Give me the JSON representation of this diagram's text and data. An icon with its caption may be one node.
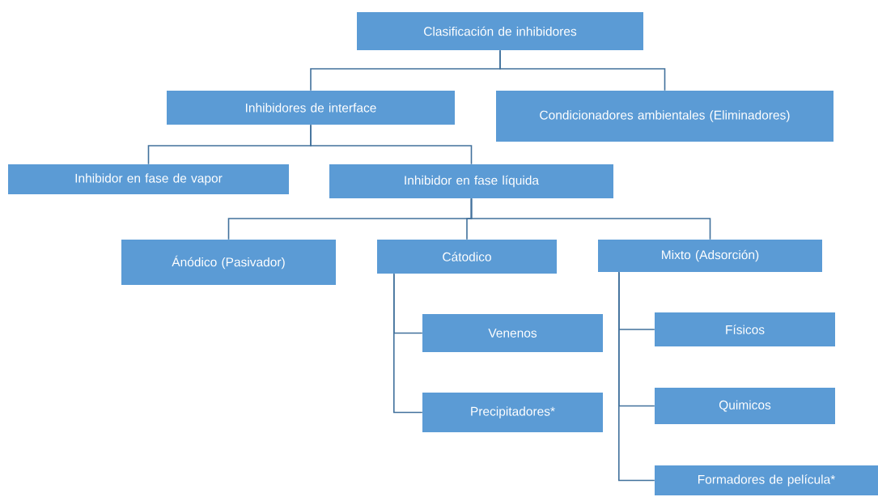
{
  "diagram": {
    "nodes": [
      {
        "text": [
          "Clasificación de inhibidores"
        ]
      },
      {
        "text": [
          "Inhibidores de interface"
        ]
      },
      {
        "text": [
          "Condicionadores ambientales (Eliminadores)"
        ]
      },
      {
        "text": [
          "Inhibidor en fase de vapor"
        ]
      },
      {
        "text": [
          "Inhibidor en fase líquida"
        ]
      },
      {
        "text": [
          "Ánódico (Pasivador)"
        ]
      },
      {
        "text": [
          "Cátodico"
        ]
      },
      {
        "text": [
          "Mixto (Adsorción)"
        ]
      },
      {
        "text": [
          "Venenos"
        ]
      },
      {
        "text": [
          "Precipitadores*"
        ]
      },
      {
        "text": [
          "Físicos"
        ]
      },
      {
        "text": [
          "Quimicos"
        ]
      },
      {
        "text": [
          "Formadores de película*"
        ]
      }
    ],
    "edges": [
      {
        "from": 0,
        "to": 1,
        "arrow": "none"
      },
      {
        "from": 0,
        "to": 2,
        "arrow": "none"
      },
      {
        "from": 1,
        "to": 3,
        "arrow": "none"
      },
      {
        "from": 1,
        "to": 4,
        "arrow": "none"
      },
      {
        "from": 4,
        "to": 5,
        "arrow": "none"
      },
      {
        "from": 4,
        "to": 6,
        "arrow": "none"
      },
      {
        "from": 4,
        "to": 7,
        "arrow": "none"
      },
      {
        "from": 6,
        "to": 8,
        "arrow": "none"
      },
      {
        "from": 6,
        "to": 9,
        "arrow": "none"
      },
      {
        "from": 7,
        "to": 10,
        "arrow": "none"
      },
      {
        "from": 7,
        "to": 11,
        "arrow": "none"
      },
      {
        "from": 7,
        "to": 12,
        "arrow": "none"
      }
    ]
  }
}
